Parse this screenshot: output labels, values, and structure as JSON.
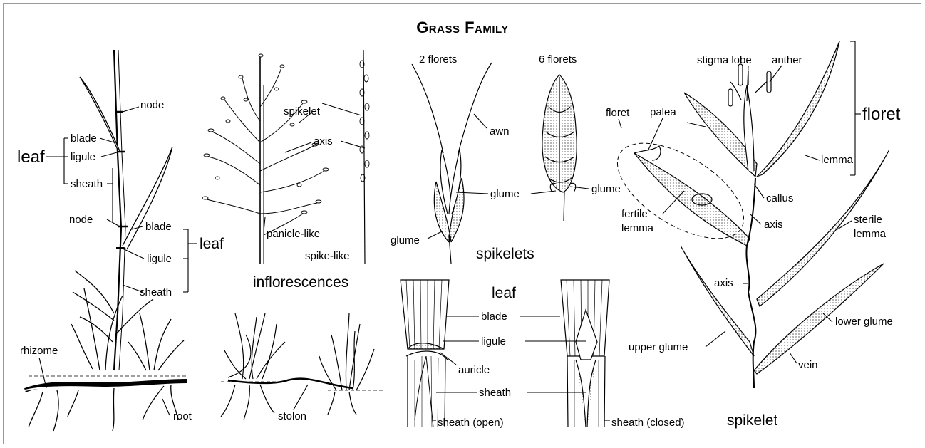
{
  "title": "Grass Family",
  "plant": {
    "leaf_main": "leaf",
    "blade": "blade",
    "ligule": "ligule",
    "sheath": "sheath",
    "node_top": "node",
    "node_mid": "node",
    "blade2": "blade",
    "ligule2": "ligule",
    "sheath2": "sheath",
    "leaf2": "leaf",
    "rhizome": "rhizome",
    "root": "root",
    "stolon": "stolon"
  },
  "inflorescences": {
    "spikelet": "spikelet",
    "axis": "axis",
    "panicle": "panicle-like",
    "spike": "spike-like",
    "caption": "inflorescences"
  },
  "spikelets": {
    "two_florets": "2 florets",
    "six_florets": "6 florets",
    "awn": "awn",
    "glume_center": "glume",
    "glume_right": "glume",
    "glume_left": "glume",
    "caption": "spikelets"
  },
  "leaf_detail": {
    "caption": "leaf",
    "blade": "blade",
    "ligule": "ligule",
    "auricle": "auricle",
    "sheath": "sheath",
    "sheath_open": "sheath (open)",
    "sheath_closed": "sheath (closed)"
  },
  "spikelet_detail": {
    "floret_label": "floret",
    "floret_big": "floret",
    "stigma_lobe": "stigma lobe",
    "anther": "anther",
    "palea": "palea",
    "lemma": "lemma",
    "callus": "callus",
    "fertile_1": "fertile",
    "fertile_2": "lemma",
    "axis_1": "axis",
    "axis_2": "axis",
    "sterile_1": "sterile",
    "sterile_2": "lemma",
    "lower_glume": "lower glume",
    "upper_glume": "upper glume",
    "vein": "vein",
    "caption": "spikelet"
  }
}
